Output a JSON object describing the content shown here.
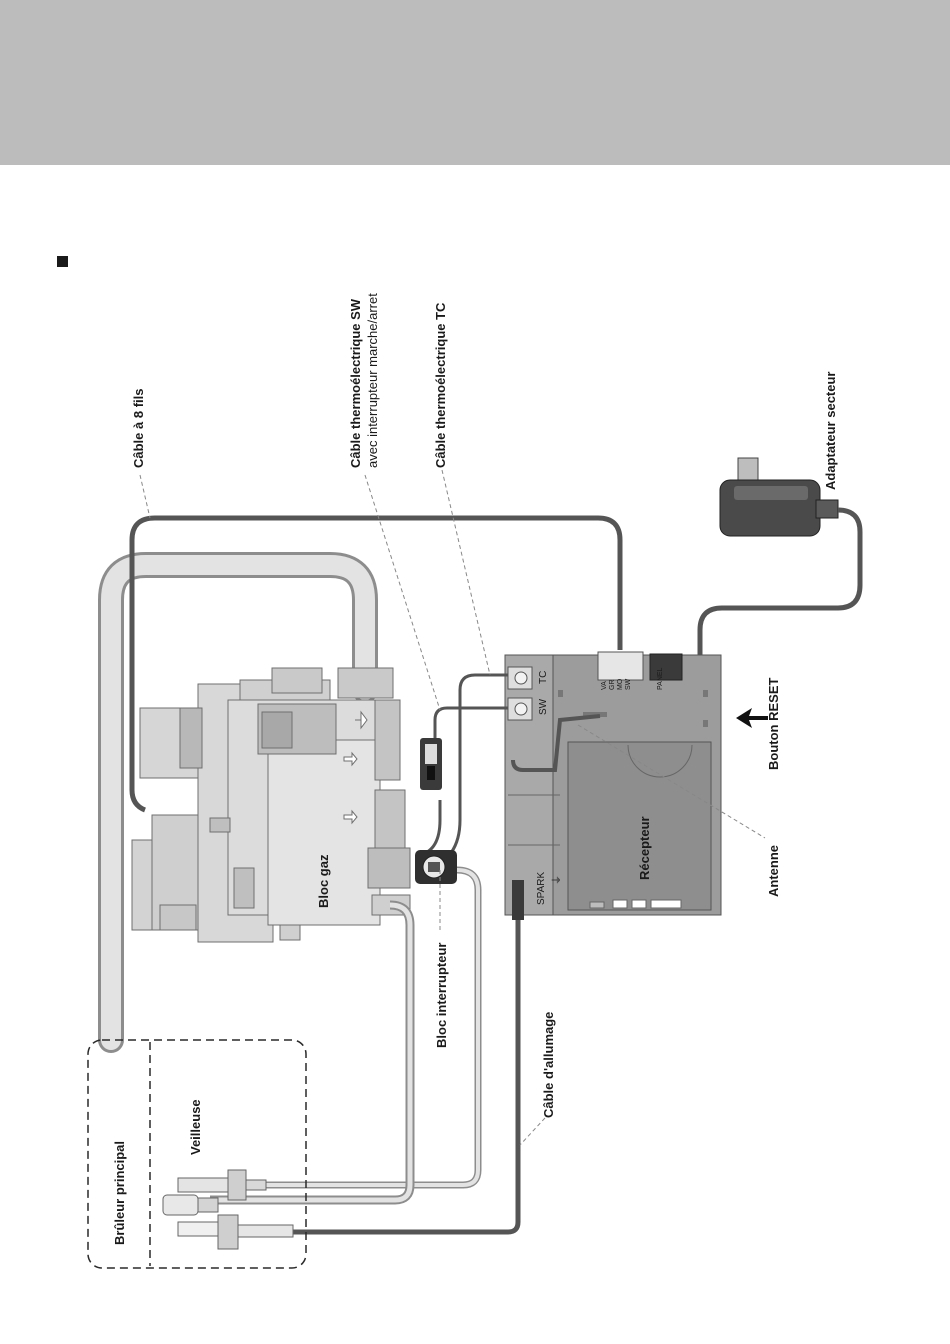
{
  "labels": {
    "cable_8_fils": "Câble à 8 fils",
    "cable_sw_title": "Câble  thermoélectrique SW",
    "cable_sw_sub": "avec interrupteur marche/arret",
    "cable_tc": "Câble  thermoélectrique TC",
    "adaptateur": "Adaptateur secteur",
    "bouton_reset": "Bouton  RESET",
    "antenne": "Antenne",
    "recepteur": "Récepteur",
    "bloc_gaz": "Bloc gaz",
    "bloc_interrupteur": "Bloc interrupteur",
    "cable_allumage": "Câble d'allumage",
    "veilleuse": "Veilleuse",
    "bruleur_principal": "Brûleur principal"
  },
  "receiver": {
    "tc": "TC",
    "sw": "SW",
    "spark": "SPARK",
    "panel": "PANEL",
    "wire_codes": [
      "VA",
      "GR",
      "MO",
      "SW"
    ]
  },
  "colors": {
    "header": "#bcbcbc",
    "cable": "#555555",
    "receiver": "#9a9a9a",
    "gas_block": "#cfcfcf"
  }
}
